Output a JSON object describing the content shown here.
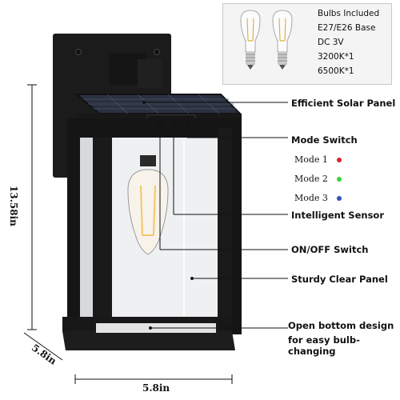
{
  "bulb_info": {
    "title": "Bulbs Included",
    "base": "E27/E26 Base",
    "voltage": "DC 3V",
    "warm": "3200K*1",
    "cool": "6500K*1"
  },
  "callouts": {
    "solar_panel": "Efficient Solar Panel",
    "mode_switch": "Mode Switch",
    "modes": [
      {
        "label": "Mode 1",
        "color": "#e0222b"
      },
      {
        "label": "Mode 2",
        "color": "#38d33a"
      },
      {
        "label": "Mode 3",
        "color": "#2a55b8"
      }
    ],
    "sensor": "Intelligent Sensor",
    "on_off": "ON/OFF Switch",
    "clear_panel": "Sturdy Clear Panel",
    "open_bottom_1": "Open bottom design",
    "open_bottom_2": "for easy bulb-changing"
  },
  "dimensions": {
    "height": "13.58in",
    "depth": "5.8in",
    "width": "5.8in"
  },
  "colors": {
    "lamp_body": "#1a1a1a",
    "glass": "#e8eaec",
    "solar_cell": "#2a3140",
    "bulb_filament": "#f2c76a"
  }
}
